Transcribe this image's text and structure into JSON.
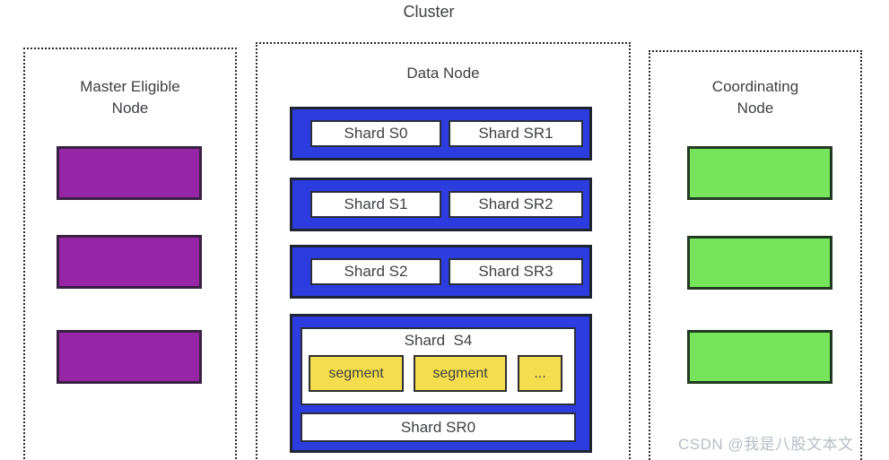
{
  "cluster": {
    "title": "Cluster"
  },
  "panels": {
    "master": {
      "title_line1": "Master Eligible",
      "title_line2": "Node",
      "node_count": 3
    },
    "data": {
      "title": "Data Node",
      "shard_rows": [
        {
          "primary": "Shard S0",
          "replica": "Shard SR1"
        },
        {
          "primary": "Shard S1",
          "replica": "Shard SR2"
        },
        {
          "primary": "Shard S2",
          "replica": "Shard SR3"
        }
      ],
      "shard_detail": {
        "title": "Shard  S4",
        "segments": [
          "segment",
          "segment",
          "..."
        ],
        "replica": "Shard SR0"
      }
    },
    "coordinating": {
      "title_line1": "Coordinating",
      "title_line2": "Node",
      "node_count": 3
    }
  },
  "watermark": "CSDN @我是八股文本文",
  "colors": {
    "blue_bar": "#2d3cde",
    "blue_border": "#1f2433",
    "white_box_border": "#2a2f3e",
    "purple_node": "#9726a6",
    "purple_border": "#3a2144",
    "green_node": "#76e55c",
    "green_border": "#223a22",
    "segment_yellow": "#f5de4d",
    "segment_border": "#2e2e2e",
    "dashed_border": "#2b2b2b",
    "text": "#3f4042",
    "watermark_text": "#b7bdc5"
  }
}
